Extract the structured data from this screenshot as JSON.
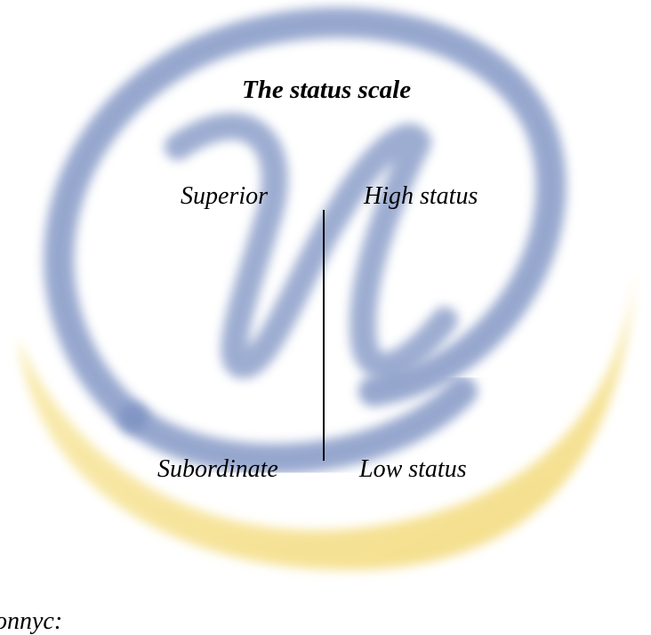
{
  "slide": {
    "title": "The status scale",
    "left_top": "Superior",
    "left_bottom": "Subordinate",
    "right_top": "High status",
    "right_bottom": "Low status",
    "bottom_fragment": "оппус:"
  },
  "background_logo": {
    "icon": "at-n-logo-icon",
    "colors": {
      "ring_blue": "#6f86b8",
      "swoosh_yellow": "#f2d86a"
    }
  }
}
